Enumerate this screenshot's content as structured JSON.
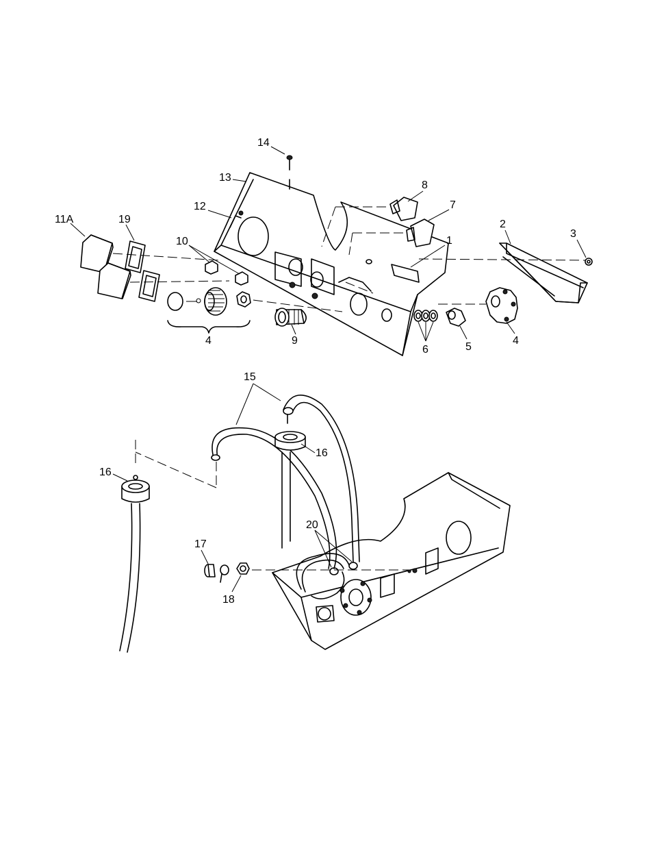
{
  "callouts": [
    {
      "id": "c14",
      "text": "14"
    },
    {
      "id": "c13",
      "text": "13"
    },
    {
      "id": "c8",
      "text": "8"
    },
    {
      "id": "c7",
      "text": "7"
    },
    {
      "id": "c12",
      "text": "12"
    },
    {
      "id": "c11a",
      "text": "11A"
    },
    {
      "id": "c19",
      "text": "19"
    },
    {
      "id": "c2",
      "text": "2"
    },
    {
      "id": "c3",
      "text": "3"
    },
    {
      "id": "c1",
      "text": "1"
    },
    {
      "id": "c10",
      "text": "10"
    },
    {
      "id": "c4a",
      "text": "4"
    },
    {
      "id": "c9",
      "text": "9"
    },
    {
      "id": "c6",
      "text": "6"
    },
    {
      "id": "c5",
      "text": "5"
    },
    {
      "id": "c4b",
      "text": "4"
    },
    {
      "id": "c15",
      "text": "15"
    },
    {
      "id": "c16a",
      "text": "16"
    },
    {
      "id": "c16b",
      "text": "16"
    },
    {
      "id": "c20",
      "text": "20"
    },
    {
      "id": "c17",
      "text": "17"
    },
    {
      "id": "c18",
      "text": "18"
    }
  ]
}
